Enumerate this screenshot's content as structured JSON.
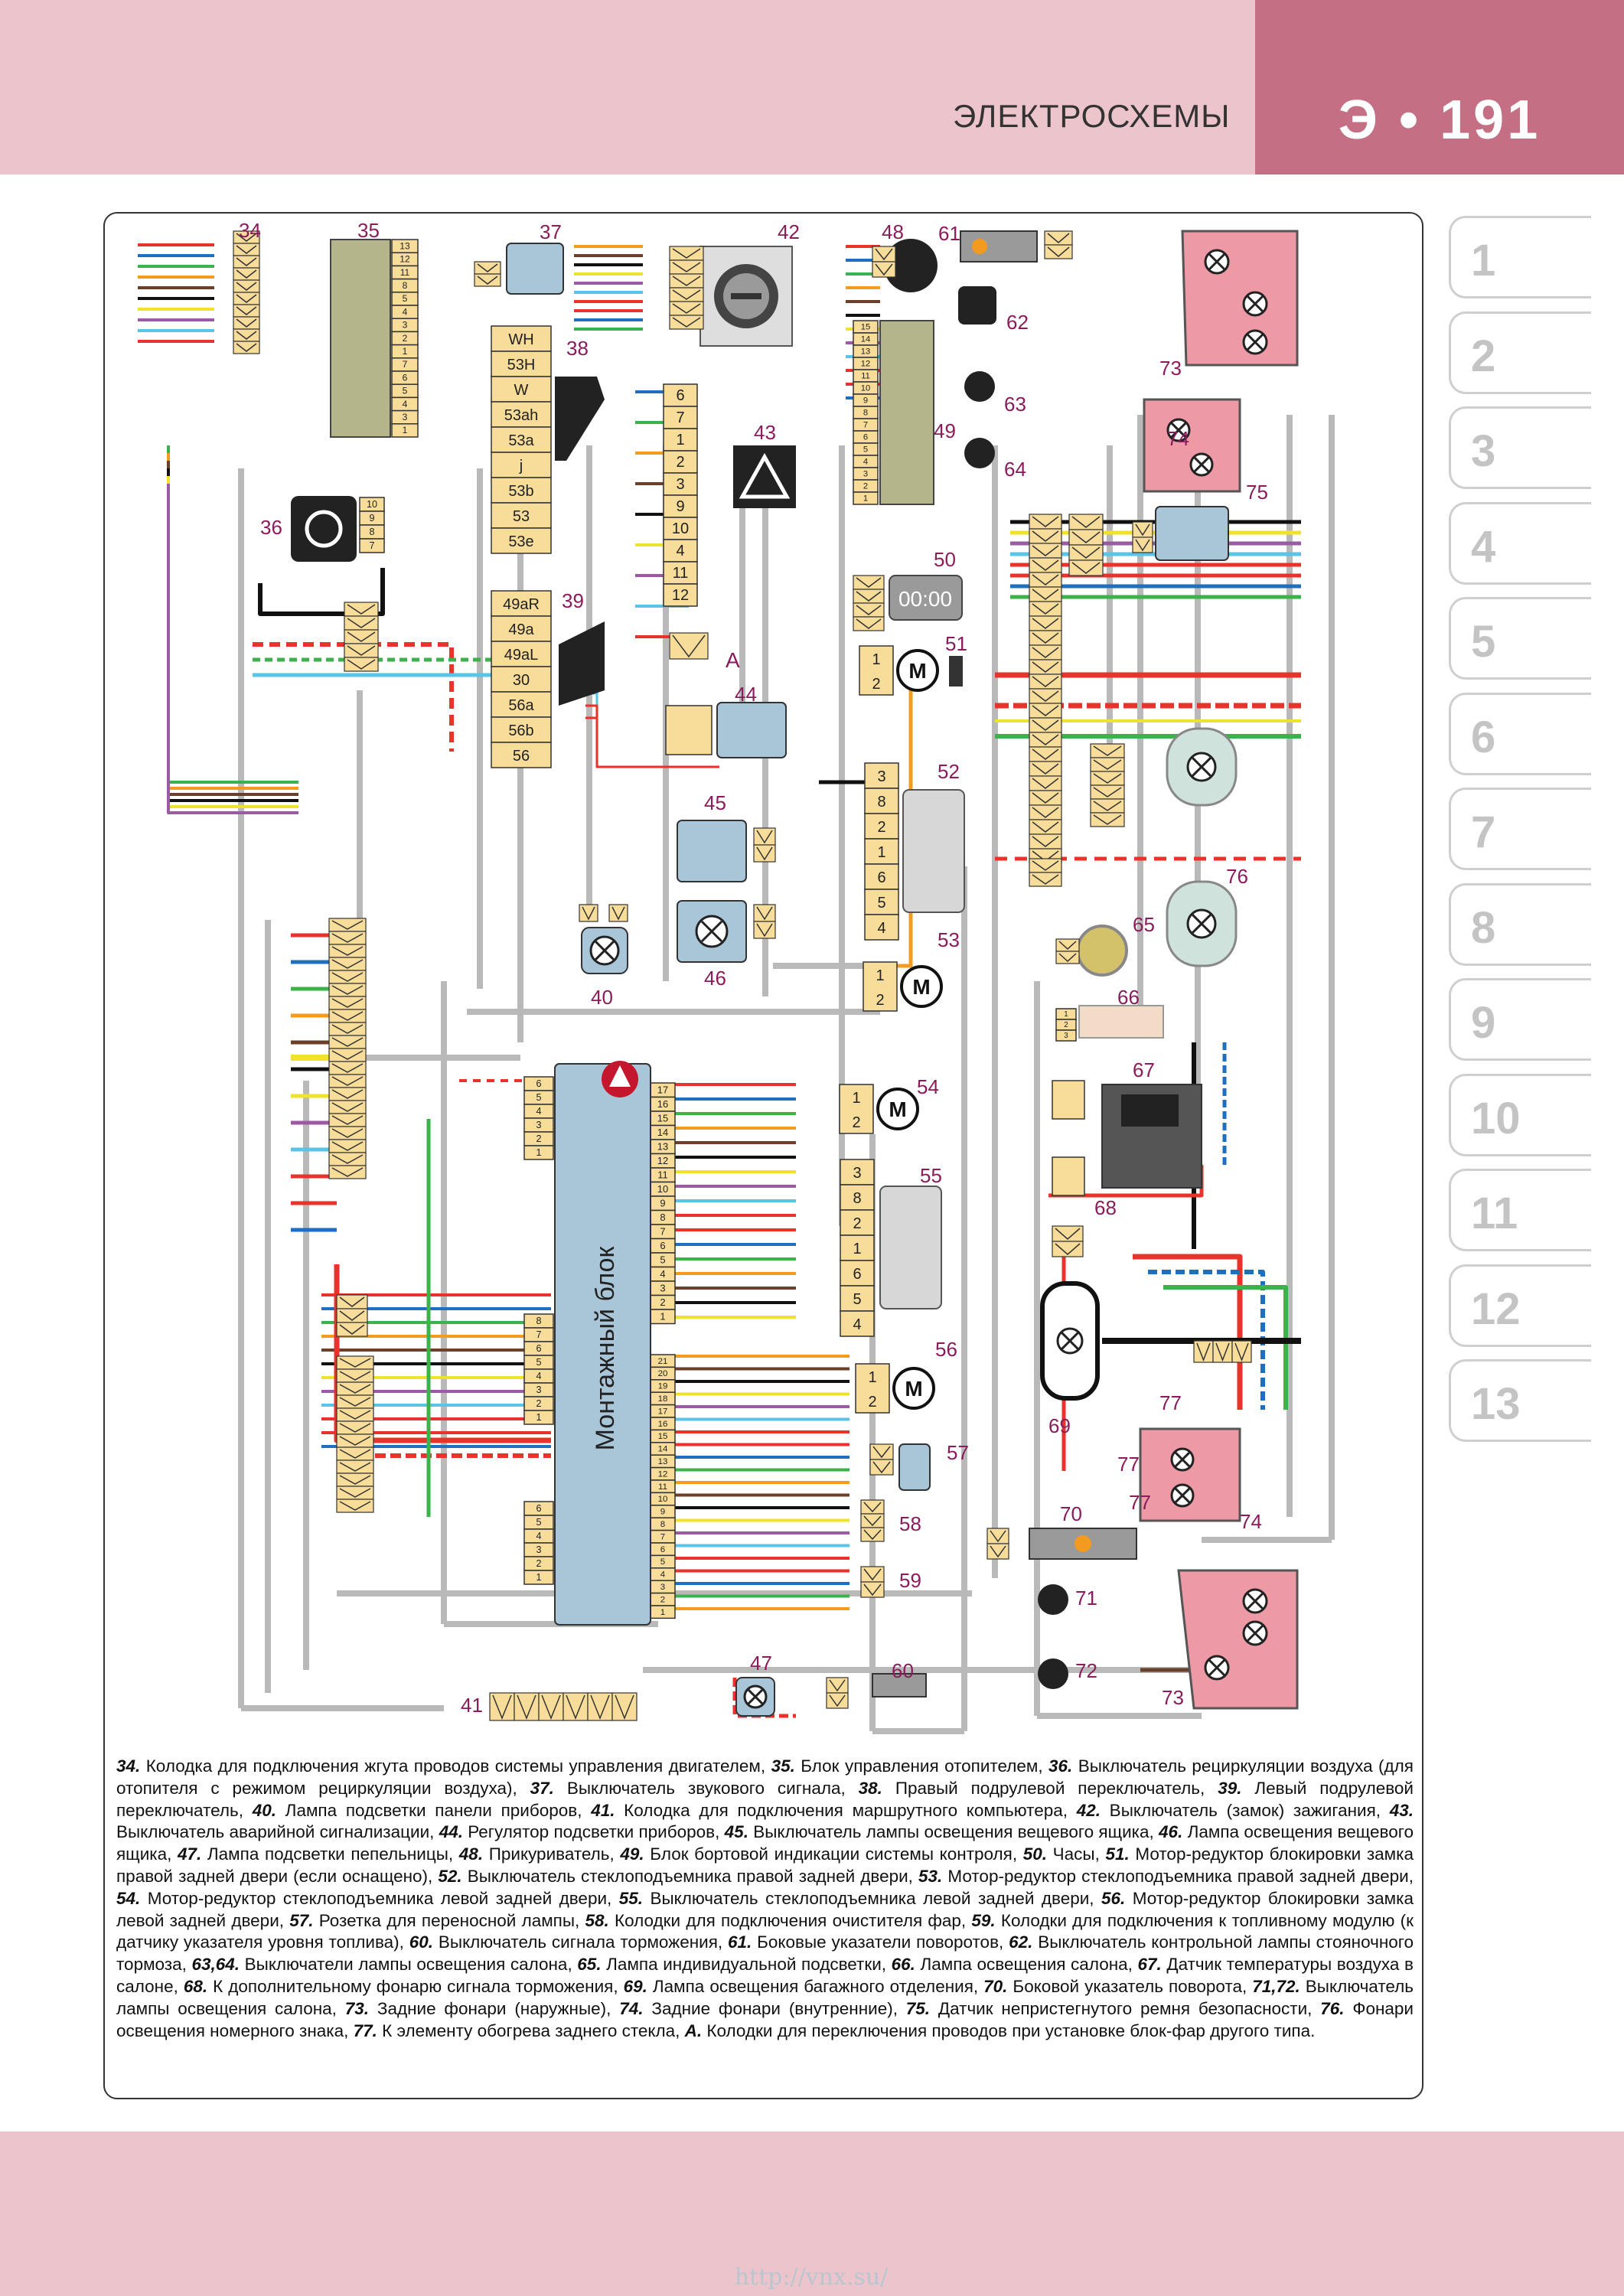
{
  "header": {
    "section_title": "ЭЛЕКТРОСХЕМЫ",
    "page_number": "Э • 191"
  },
  "side_tabs": [
    "1",
    "2",
    "3",
    "4",
    "5",
    "6",
    "7",
    "8",
    "9",
    "10",
    "11",
    "12",
    "13"
  ],
  "diagram": {
    "mounting_block_label": "Монтажный блок",
    "marker_A": "A",
    "component_numbers": [
      "34",
      "35",
      "36",
      "37",
      "38",
      "39",
      "40",
      "41",
      "42",
      "43",
      "44",
      "45",
      "46",
      "47",
      "48",
      "49",
      "50",
      "51",
      "52",
      "53",
      "54",
      "55",
      "56",
      "57",
      "58",
      "59",
      "60",
      "61",
      "62",
      "63",
      "64",
      "65",
      "66",
      "67",
      "68",
      "69",
      "70",
      "71",
      "72",
      "73",
      "74",
      "75",
      "76",
      "77"
    ],
    "switch38_pins": [
      "WH",
      "53H",
      "W",
      "53ah",
      "53a",
      "j",
      "53b",
      "53",
      "53e"
    ],
    "switch39_pins": [
      "49aR",
      "49a",
      "49aL",
      "30",
      "56a",
      "56b",
      "56"
    ],
    "clock_display": "00:00",
    "heater35_pins": [
      "13",
      "12",
      "11",
      "8",
      "5",
      "4",
      "3",
      "2",
      "1",
      "7",
      "6",
      "5",
      "4",
      "3",
      "1"
    ],
    "connector49_pins": [
      "15",
      "14",
      "13",
      "12",
      "11",
      "10",
      "9",
      "8",
      "7",
      "6",
      "5",
      "4",
      "3",
      "2",
      "1"
    ],
    "connector43_pins": [
      "6",
      "7",
      "1",
      "2",
      "3",
      "9",
      "10",
      "4",
      "11",
      "12"
    ],
    "connector36_pins": [
      "10",
      "9",
      "8",
      "7"
    ],
    "mb_left_top": [
      "6",
      "5",
      "4",
      "3",
      "2",
      "1"
    ],
    "mb_left_mid": [
      "8",
      "7",
      "6",
      "5",
      "4",
      "3",
      "2",
      "1"
    ],
    "mb_left_bot": [
      "6",
      "5",
      "4",
      "3",
      "2",
      "1"
    ],
    "mb_right_top": [
      "17",
      "16",
      "15",
      "14",
      "13",
      "12",
      "11",
      "10",
      "9",
      "8",
      "7",
      "6",
      "5",
      "4",
      "3",
      "2",
      "1"
    ],
    "mb_right_bot": [
      "21",
      "20",
      "19",
      "18",
      "17",
      "16",
      "15",
      "14",
      "13",
      "12",
      "11",
      "10",
      "9",
      "8",
      "7",
      "6",
      "5",
      "4",
      "3",
      "2",
      "1"
    ],
    "connector52_pins": [
      "3",
      "8",
      "2",
      "1",
      "6",
      "5",
      "4"
    ],
    "connector55_pins": [
      "3",
      "8",
      "2",
      "1",
      "6",
      "5",
      "4"
    ],
    "motor_pins": [
      "1",
      "2"
    ],
    "motor_symbol": "M"
  },
  "caption": [
    {
      "num": "34.",
      "text": " Колодка для подключения жгута проводов системы управления двигателем, "
    },
    {
      "num": "35.",
      "text": " Блок управления отопителем, "
    },
    {
      "num": "36.",
      "text": " Выключатель рециркуляции воздуха (для отопителя с режимом рециркуляции воздуха), "
    },
    {
      "num": "37.",
      "text": " Выключатель звукового сигнала, "
    },
    {
      "num": "38.",
      "text": " Правый подрулевой переключатель, "
    },
    {
      "num": "39.",
      "text": " Левый подрулевой переключатель, "
    },
    {
      "num": "40.",
      "text": " Лампа подсветки панели приборов, "
    },
    {
      "num": "41.",
      "text": " Колодка для подключения маршрутного компьютера, "
    },
    {
      "num": "42.",
      "text": " Выключатель (замок) зажигания, "
    },
    {
      "num": "43.",
      "text": " Выключатель аварийной сигнализации, "
    },
    {
      "num": "44.",
      "text": " Регулятор подсветки приборов, "
    },
    {
      "num": "45.",
      "text": " Выключатель лампы освещения вещевого ящика, "
    },
    {
      "num": "46.",
      "text": " Лампа освещения вещевого ящика, "
    },
    {
      "num": "47.",
      "text": " Лампа подсветки пепельницы, "
    },
    {
      "num": "48.",
      "text": " Прикуриватель, "
    },
    {
      "num": "49.",
      "text": " Блок бортовой индикации системы контроля, "
    },
    {
      "num": "50.",
      "text": " Часы, "
    },
    {
      "num": "51.",
      "text": " Мотор-редуктор блокировки замка правой задней двери (если оснащено), "
    },
    {
      "num": "52.",
      "text": " Выключатель стеклоподъемника правой задней двери, "
    },
    {
      "num": "53.",
      "text": " Мотор-редуктор стеклоподъемника правой задней двери, "
    },
    {
      "num": "54.",
      "text": " Мотор-редуктор стеклоподъемника левой задней двери, "
    },
    {
      "num": "55.",
      "text": " Выключатель стеклоподъемника левой задней двери, "
    },
    {
      "num": "56.",
      "text": " Мотор-редуктор блокировки замка левой задней двери, "
    },
    {
      "num": "57.",
      "text": " Розетка для переносной лампы, "
    },
    {
      "num": "58.",
      "text": " Колодки для подключения очистителя фар, "
    },
    {
      "num": "59.",
      "text": " Колодки для подключения к топливному модулю (к датчику указателя уровня топлива), "
    },
    {
      "num": "60.",
      "text": " Выключатель сигнала торможения, "
    },
    {
      "num": "61.",
      "text": " Боковые указатели поворотов, "
    },
    {
      "num": "62.",
      "text": " Выключатель контрольной лампы стояночного тормоза, "
    },
    {
      "num": "63,64.",
      "text": " Выключатели лампы освещения салона, "
    },
    {
      "num": "65.",
      "text": " Лампа индивидуальной подсветки, "
    },
    {
      "num": "66.",
      "text": " Лампа освещения салона, "
    },
    {
      "num": "67.",
      "text": " Датчик температуры воздуха в салоне, "
    },
    {
      "num": "68.",
      "text": " К дополнительному фонарю сигнала торможения, "
    },
    {
      "num": "69.",
      "text": " Лампа освещения багажного отделения, "
    },
    {
      "num": "70.",
      "text": " Боковой указатель поворота, "
    },
    {
      "num": "71,72.",
      "text": " Выключатель лампы освещения салона, "
    },
    {
      "num": "73.",
      "text": " Задние фонари (наружные), "
    },
    {
      "num": "74.",
      "text": " Задние фонари (внутренние), "
    },
    {
      "num": "75.",
      "text": " Датчик непристегнутого ремня безопасности, "
    },
    {
      "num": "76.",
      "text": " Фонари освещения номерного знака, "
    },
    {
      "num": "77.",
      "text": " К элементу обогрева заднего стекла, "
    },
    {
      "num": "A.",
      "text": " Колодки для переключения проводов при установке блок-фар другого типа."
    }
  ],
  "footer": {
    "watermark": "http://vnx.su/"
  }
}
